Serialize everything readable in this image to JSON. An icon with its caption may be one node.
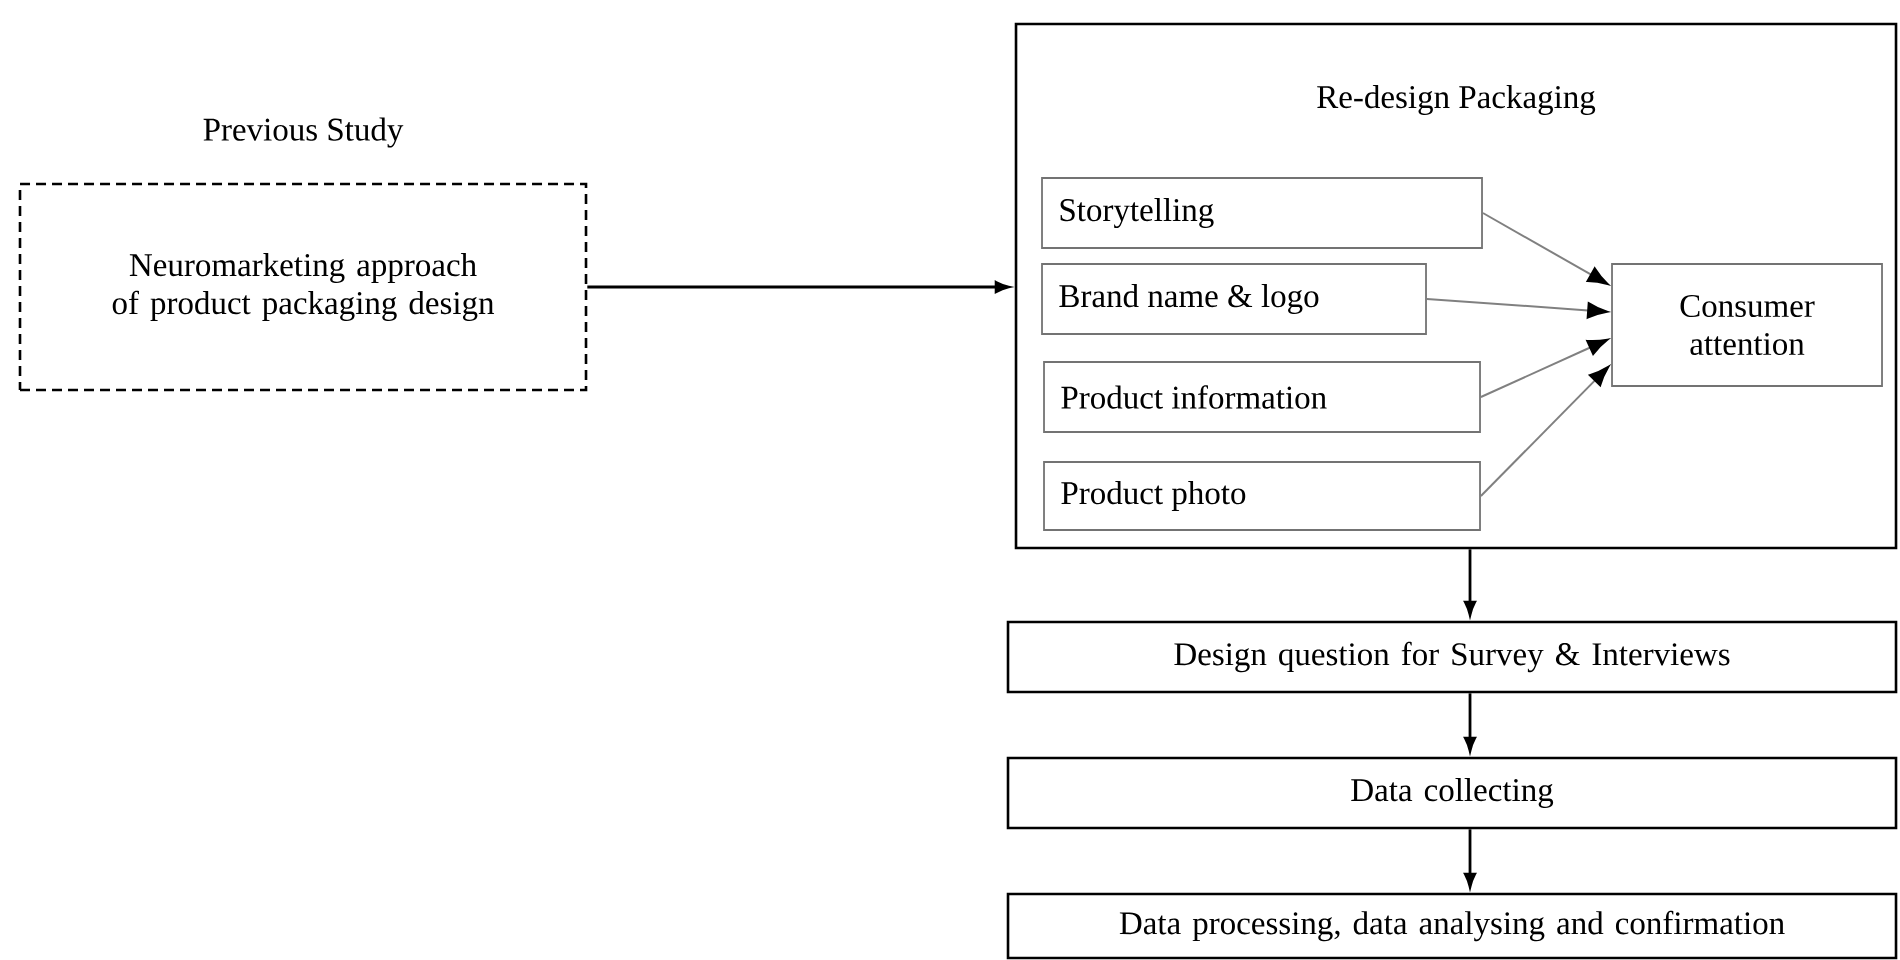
{
  "diagram": {
    "nodes": [
      {
        "text": [
          "Previous Study",
          "Neuromarketing approach of product packaging design"
        ]
      },
      {
        "text": [
          "Re-design Packaging"
        ]
      },
      {
        "text": [
          "Storytelling"
        ],
        "in": 1
      },
      {
        "text": [
          "Brand name & logo"
        ],
        "in": 1
      },
      {
        "text": [
          "Product information"
        ],
        "in": 1
      },
      {
        "text": [
          "Product photo"
        ],
        "in": 1
      },
      {
        "text": [
          "Consumer attention"
        ],
        "in": 1
      },
      {
        "text": [
          "Design question for Survey & Interviews"
        ]
      },
      {
        "text": [
          "Data collecting"
        ]
      },
      {
        "text": [
          "Data processing, data analysing and confirmation"
        ]
      }
    ],
    "edges": [
      {
        "from": 0,
        "to": 1,
        "arrow": "to"
      },
      {
        "from": 2,
        "to": 6,
        "arrow": "to",
        "color": "#808080"
      },
      {
        "from": 3,
        "to": 6,
        "arrow": "to",
        "color": "#808080"
      },
      {
        "from": 4,
        "to": 6,
        "arrow": "to",
        "color": "#808080"
      },
      {
        "from": 5,
        "to": 6,
        "arrow": "to",
        "color": "#808080"
      },
      {
        "from": 1,
        "to": 7,
        "arrow": "to"
      },
      {
        "from": 7,
        "to": 8,
        "arrow": "to"
      },
      {
        "from": 8,
        "to": 9,
        "arrow": "to"
      }
    ]
  }
}
